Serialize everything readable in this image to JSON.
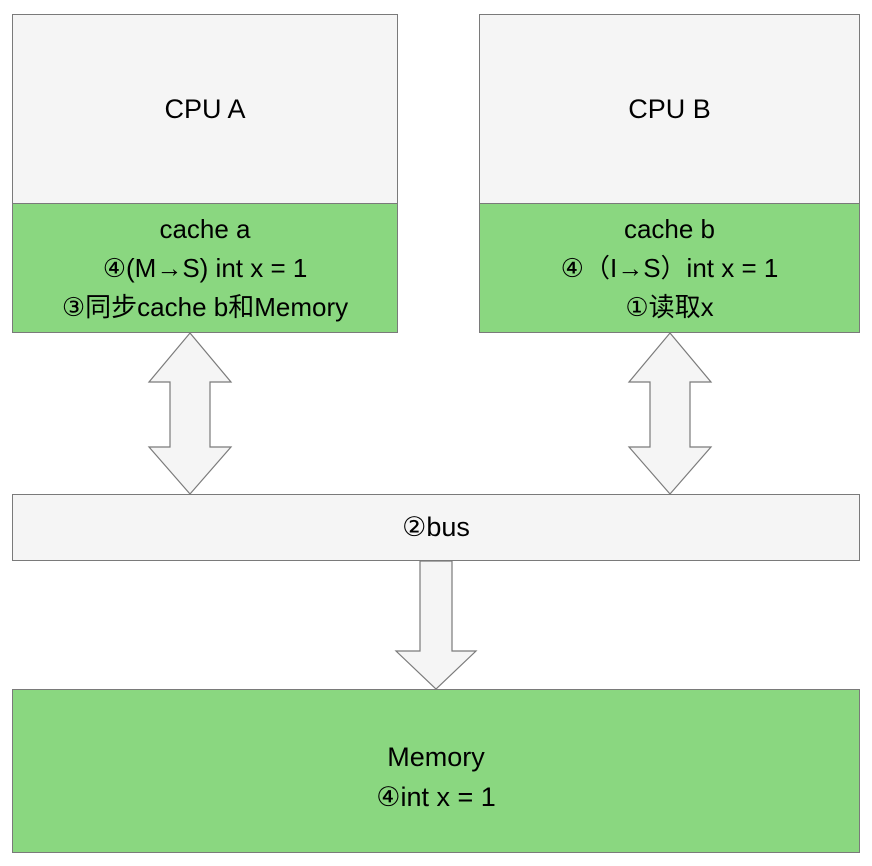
{
  "cpu_a": {
    "title": "CPU A",
    "cache": {
      "name": "cache a",
      "state_line": "④(M→S) int x = 1",
      "action_line": "③同步cache b和Memory"
    }
  },
  "cpu_b": {
    "title": "CPU B",
    "cache": {
      "name": "cache b",
      "state_line": "④（I→S）int x = 1",
      "action_line": "①读取x"
    }
  },
  "bus": {
    "label": "②bus"
  },
  "memory": {
    "title": "Memory",
    "value_line": "④int x = 1"
  },
  "colors": {
    "cpu_fill": "#f5f5f5",
    "cache_fill": "#8ad780",
    "memory_fill": "#8ad780",
    "border": "#7a7a7a"
  }
}
